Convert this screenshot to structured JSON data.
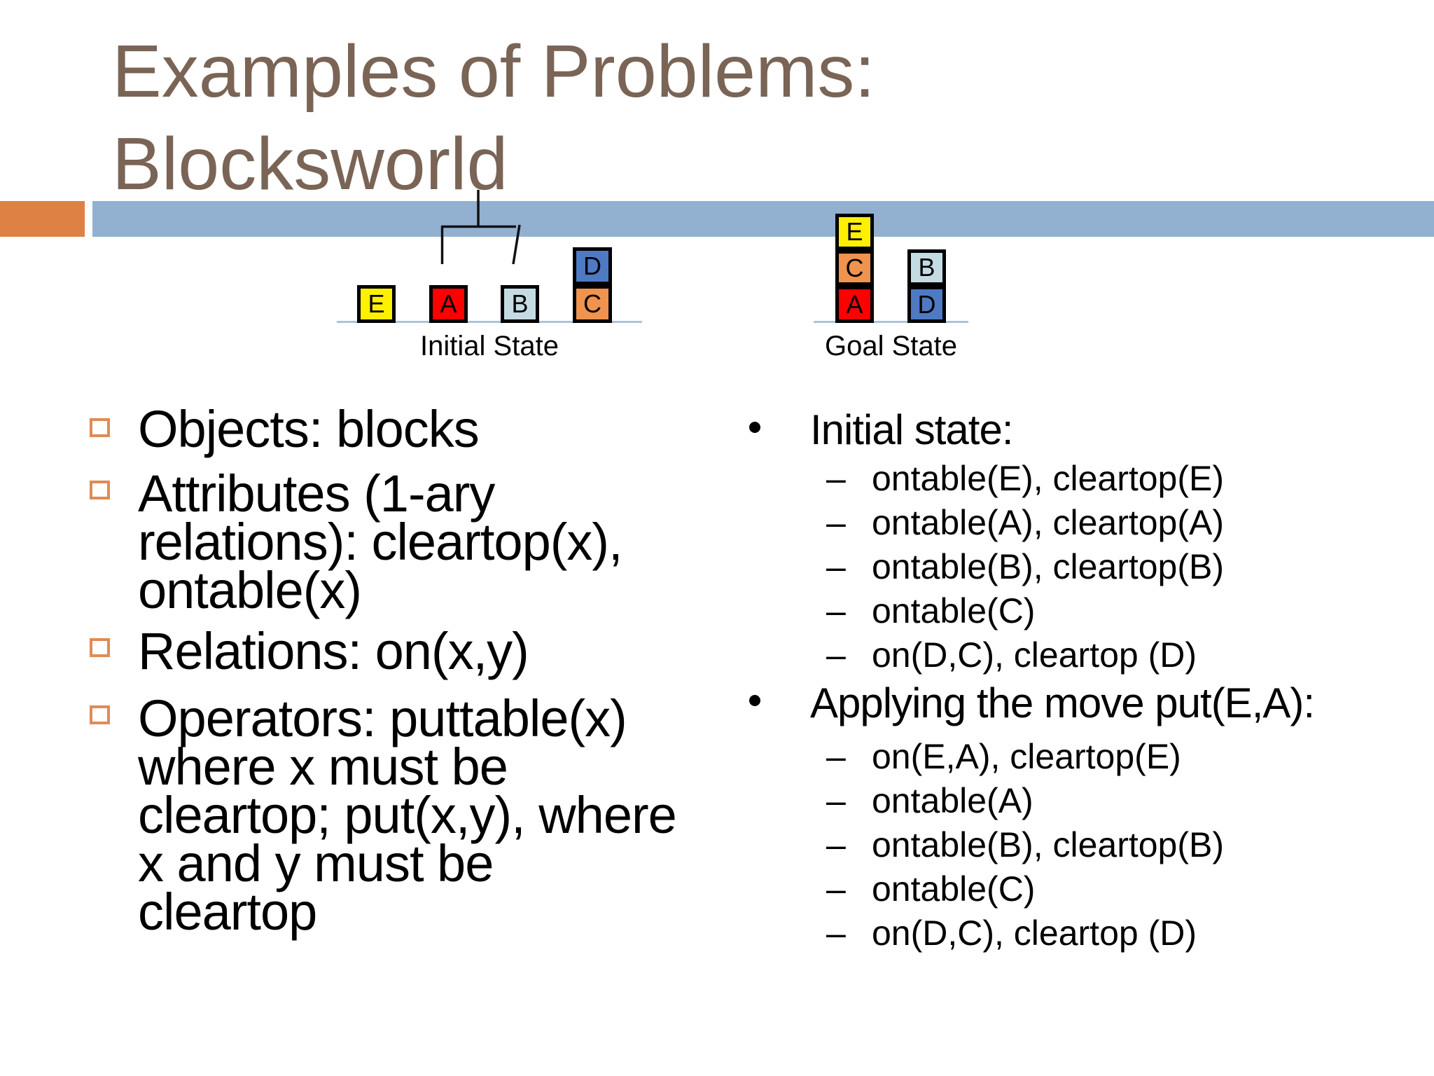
{
  "title": {
    "text": "Examples of Problems:\nBlocksworld",
    "color": "#7a6455"
  },
  "accent": {
    "orange_bar": "#de8145",
    "blue_bar": "#92b1d0"
  },
  "diagram": {
    "table_line_color": "#a9c3de",
    "initial": {
      "label": "Initial State",
      "blocks": [
        {
          "label": "E",
          "color": "#fdf000"
        },
        {
          "label": "A",
          "color": "#fe0000"
        },
        {
          "label": "B",
          "color": "#c5dbe4"
        },
        {
          "label": "C",
          "color": "#f0934f"
        },
        {
          "label": "D",
          "color": "#4e7ac4"
        }
      ]
    },
    "goal": {
      "label": "Goal State",
      "stack1": [
        {
          "label": "E",
          "color": "#fdf000"
        },
        {
          "label": "C",
          "color": "#f0934f"
        },
        {
          "label": "A",
          "color": "#fe0000"
        }
      ],
      "stack2": [
        {
          "label": "B",
          "color": "#c5dbe4"
        },
        {
          "label": "D",
          "color": "#4e7ac4"
        }
      ]
    }
  },
  "left": {
    "bullet_color": "#e08b55",
    "items": [
      "Objects: blocks",
      "Attributes (1-ary\nrelations): cleartop(x),\nontable(x)",
      "Relations: on(x,y)",
      "Operators: puttable(x)\nwhere x must be\ncleartop; put(x,y), where\nx and y must be\ncleartop"
    ]
  },
  "right": {
    "bullet_glyph": "•",
    "dash_glyph": "–",
    "groups": [
      {
        "header": "Initial state:",
        "items": [
          "ontable(E), cleartop(E)",
          "ontable(A), cleartop(A)",
          "ontable(B), cleartop(B)",
          "ontable(C)",
          "on(D,C), cleartop (D)"
        ]
      },
      {
        "header": "Applying the move put(E,A):",
        "items": [
          "on(E,A), cleartop(E)",
          "ontable(A)",
          "ontable(B), cleartop(B)",
          "ontable(C)",
          "on(D,C), cleartop (D)"
        ]
      }
    ]
  }
}
